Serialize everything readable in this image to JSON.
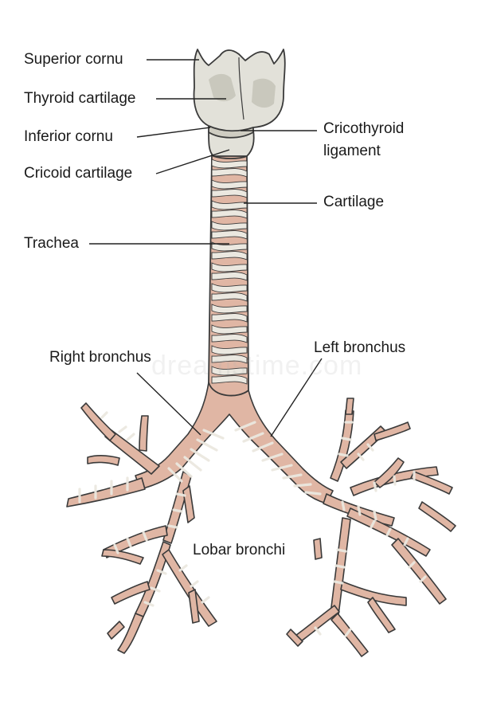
{
  "diagram": {
    "labels": {
      "superior_cornu": "Superior cornu",
      "thyroid_cartilage": "Thyroid cartilage",
      "inferior_cornu": "Inferior cornu",
      "cricoid_cartilage": "Cricoid cartilage",
      "trachea": "Trachea",
      "cricothyroid_line1": "Cricothyroid",
      "cricothyroid_line2": "ligament",
      "cartilage": "Cartilage",
      "right_bronchus": "Right bronchus",
      "left_bronchus": "Left bronchus",
      "lobar_bronchi": "Lobar bronchi"
    },
    "watermark": "dreamstime.com"
  },
  "colors": {
    "cartilage_fill": "#e2e1d9",
    "cartilage_shadow": "#c9c8bd",
    "ring_fill": "#ebe8e0",
    "tissue_pink": "#e0b6a4",
    "outline": "#3a3a3a",
    "leader_line": "#222222"
  }
}
